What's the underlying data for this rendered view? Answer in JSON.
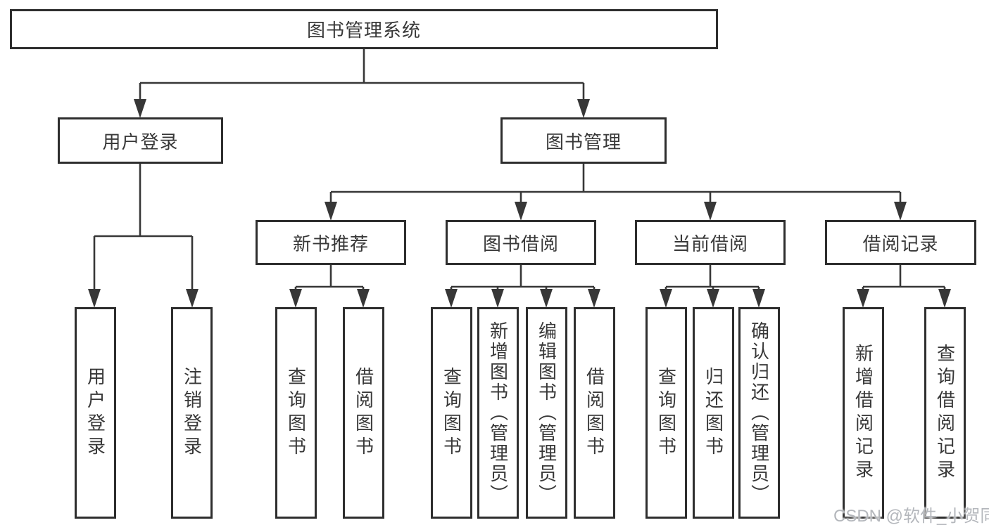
{
  "tree": {
    "label": "图书管理系统",
    "children": [
      {
        "label": "用户登录",
        "children": [
          {
            "label": "用户登录"
          },
          {
            "label": "注销登录"
          }
        ]
      },
      {
        "label": "图书管理",
        "children": [
          {
            "label": "新书推荐",
            "children": [
              {
                "label": "查询图书"
              },
              {
                "label": "借阅图书"
              }
            ]
          },
          {
            "label": "图书借阅",
            "children": [
              {
                "label": "查询图书"
              },
              {
                "label": "新增图书（管理员）"
              },
              {
                "label": "编辑图书（管理员）"
              },
              {
                "label": "借阅图书"
              }
            ]
          },
          {
            "label": "当前借阅",
            "children": [
              {
                "label": "查询图书"
              },
              {
                "label": "归还图书"
              },
              {
                "label": "确认归还（管理员）"
              }
            ]
          },
          {
            "label": "借阅记录",
            "children": [
              {
                "label": "新增借阅记录"
              },
              {
                "label": "查询借阅记录"
              }
            ]
          }
        ]
      }
    ]
  },
  "watermark": {
    "text": "CSDN @软件_小贺同学"
  },
  "colors": {
    "line": "#373737",
    "box_border": "#2e2e2e",
    "text": "#383838",
    "background": "#ffffff",
    "watermark": "#b4b7bc"
  }
}
